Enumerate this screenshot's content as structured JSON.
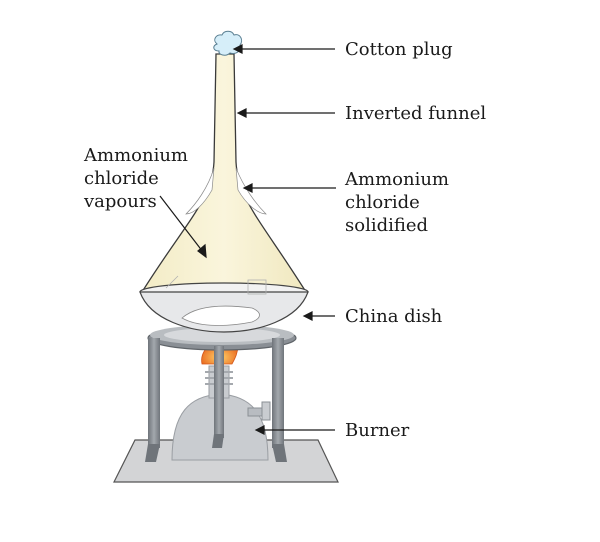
{
  "labels": {
    "cotton_plug": "Cotton plug",
    "inverted_funnel": "Inverted funnel",
    "ammonium_chloride_solidified": [
      "Ammonium",
      "chloride",
      "solidified"
    ],
    "ammonium_chloride_vapours": [
      "Ammonium",
      "chloride",
      "vapours"
    ],
    "china_dish": "China dish",
    "burner": "Burner"
  },
  "colors": {
    "funnel_fill": "#f7f1cf",
    "funnel_outline": "#3a3a3a",
    "stand_metal": "#8a8f95",
    "burner_body": "#c9ccd0",
    "flame": "#f07a1e",
    "base_plate": "#d3d4d6",
    "solid_deposit": "#ffffff"
  }
}
